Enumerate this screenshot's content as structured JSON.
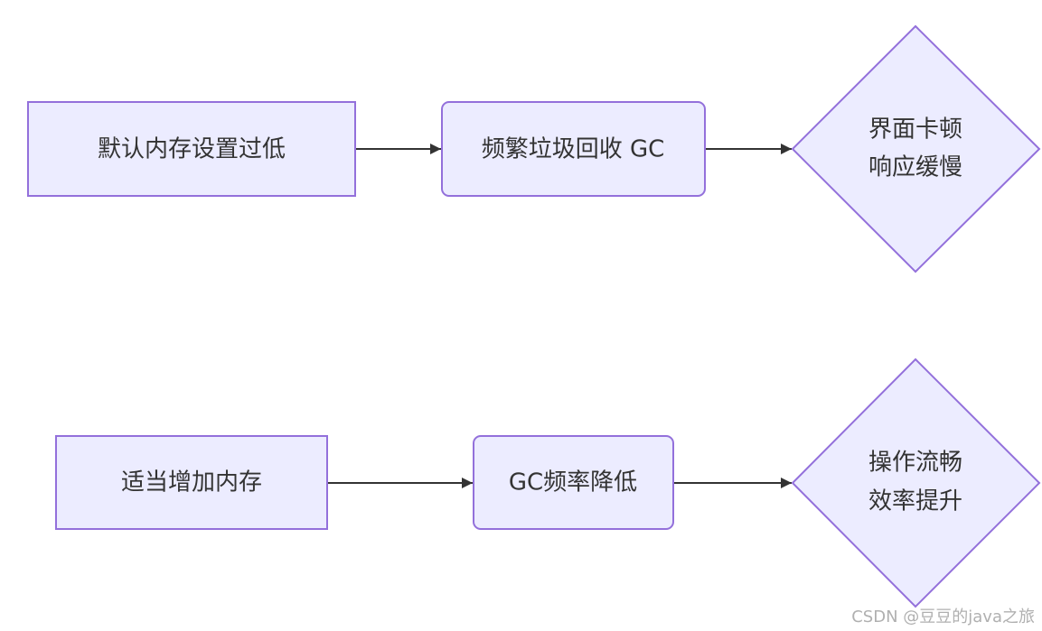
{
  "diagram": {
    "type": "flowchart",
    "direction": "LR",
    "colors": {
      "node_fill": "#ECECFF",
      "node_stroke": "#9370DB",
      "edge": "#333333",
      "text": "#333333"
    },
    "rows": [
      {
        "nodes": [
          {
            "id": "default_memory_low",
            "shape": "rect",
            "lines": [
              "默认内存设置过低"
            ]
          },
          {
            "id": "frequent_gc",
            "shape": "round",
            "lines": [
              "频繁垃圾回收 GC"
            ]
          },
          {
            "id": "ui_lag",
            "shape": "diamond",
            "lines": [
              "界面卡顿",
              "响应缓慢"
            ]
          }
        ],
        "edges": [
          {
            "from": "default_memory_low",
            "to": "frequent_gc"
          },
          {
            "from": "frequent_gc",
            "to": "ui_lag"
          }
        ]
      },
      {
        "nodes": [
          {
            "id": "increase_memory",
            "shape": "rect",
            "lines": [
              "适当增加内存"
            ]
          },
          {
            "id": "gc_reduced",
            "shape": "round",
            "lines": [
              "GC频率降低"
            ]
          },
          {
            "id": "smooth_ops",
            "shape": "diamond",
            "lines": [
              "操作流畅",
              "效率提升"
            ]
          }
        ],
        "edges": [
          {
            "from": "increase_memory",
            "to": "gc_reduced"
          },
          {
            "from": "gc_reduced",
            "to": "smooth_ops"
          }
        ]
      }
    ]
  },
  "watermark": "CSDN @豆豆的java之旅"
}
